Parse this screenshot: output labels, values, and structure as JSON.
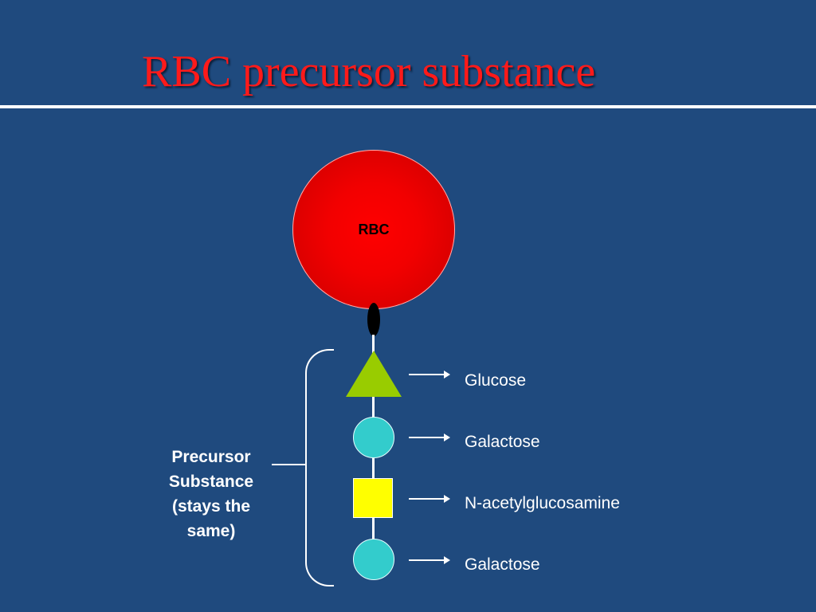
{
  "slide": {
    "title": "RBC precursor substance"
  },
  "rbc": {
    "label": "RBC"
  },
  "chain": [
    {
      "shape": "triangle",
      "color": "#99cc00",
      "label": "Glucose"
    },
    {
      "shape": "circle",
      "color": "#33cccc",
      "label": "Galactose"
    },
    {
      "shape": "square",
      "color": "#ffff00",
      "label": "N-acetylglucosamine"
    },
    {
      "shape": "circle",
      "color": "#33cccc",
      "label": "Galactose"
    }
  ],
  "bracket": {
    "label_lines": [
      "Precursor",
      "Substance",
      "(stays the",
      "same)"
    ]
  },
  "colors": {
    "background": "#1f4a7e",
    "title": "#ff1a1a",
    "rbc": "#ff0000"
  }
}
